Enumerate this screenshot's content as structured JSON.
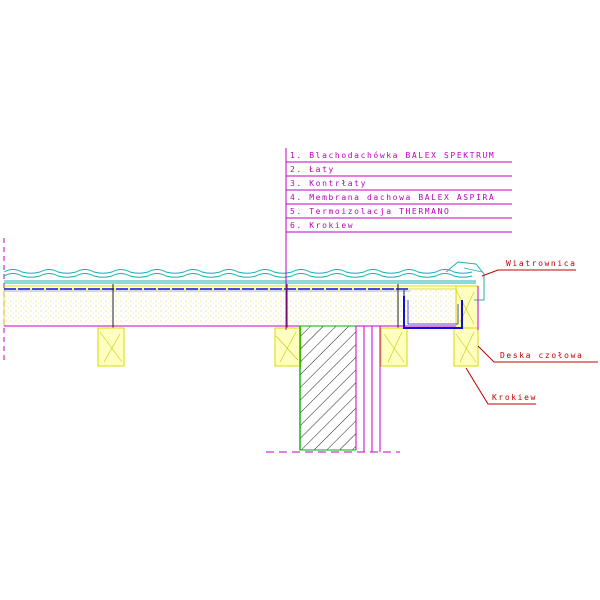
{
  "legend": {
    "items": [
      "1. Blachodachówka BALEX SPEKTRUM",
      "2. Łaty",
      "3. Kontrłaty",
      "4. Membrana dachowa BALEX ASPIRA",
      "5. Termoizolacja THERMANO",
      "6. Krokiew"
    ]
  },
  "callouts": {
    "wiatrownica": "Wiatrownica",
    "deska_czolowa": "Deska czołowa",
    "krokiew": "Krokiew"
  },
  "colors": {
    "magenta": "#c000c0",
    "roofing_cyan": "#20b0b0",
    "membrane_blue": "#1010d0",
    "insulation_yellow": "#e0e000",
    "timber_yellow": "#d8d800",
    "wall_green": "#00b000",
    "hatch_dark": "#202020",
    "callout_red": "#c00000"
  }
}
